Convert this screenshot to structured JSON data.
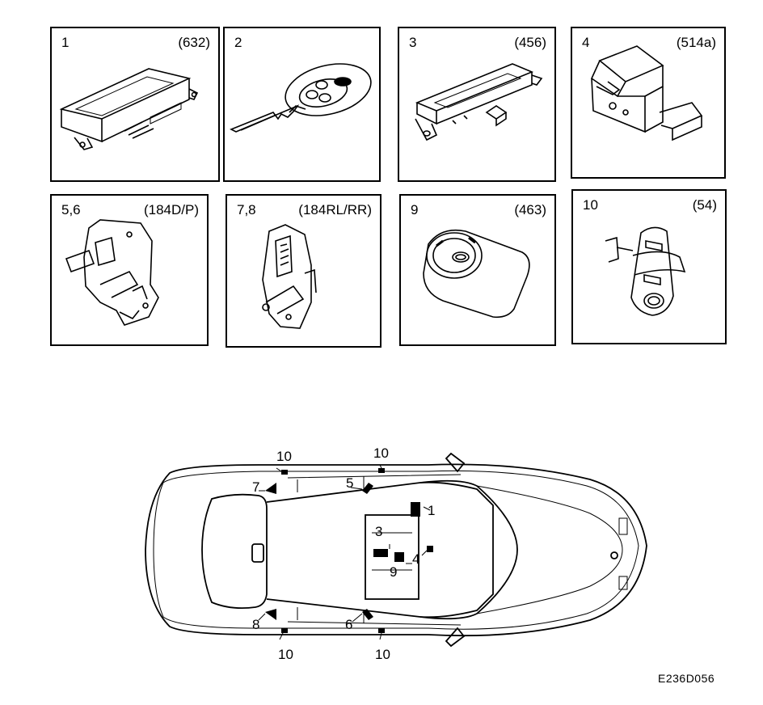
{
  "components": [
    {
      "number": "1",
      "code": "(632)",
      "icon": "control-module"
    },
    {
      "number": "2",
      "code": "",
      "icon": "remote-key"
    },
    {
      "number": "3",
      "code": "(456)",
      "icon": "antenna-module"
    },
    {
      "number": "4",
      "code": "(514a)",
      "icon": "switch"
    },
    {
      "number": "5,6",
      "code": "(184D/P)",
      "icon": "front-door-lock"
    },
    {
      "number": "7,8",
      "code": "(184RL/RR)",
      "icon": "rear-door-lock"
    },
    {
      "number": "9",
      "code": "(463)",
      "icon": "ignition-lock"
    },
    {
      "number": "10",
      "code": "(54)",
      "icon": "door-contact-switch"
    }
  ],
  "car_callouts": {
    "c10_top_left": "10",
    "c10_top_right": "10",
    "c7": "7",
    "c5": "5",
    "c1": "1",
    "c3": "3",
    "c4": "4",
    "c9": "9",
    "c8": "8",
    "c6": "6",
    "c10_bottom_left": "10",
    "c10_bottom_right": "10"
  },
  "reference_code": "E236D056"
}
